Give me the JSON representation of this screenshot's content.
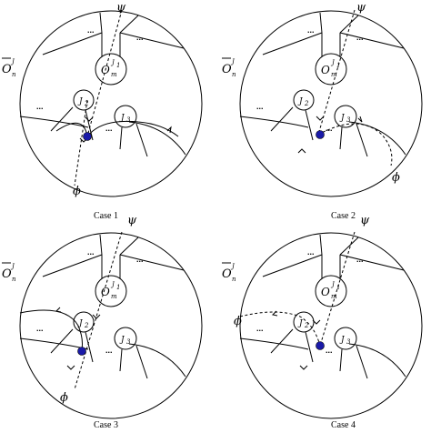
{
  "labels": {
    "outer_set": "O",
    "outer_sub": "n",
    "outer_sup": "J",
    "inner_set": "O",
    "inner_sub": "m",
    "inner_sup": "J",
    "inner_sup_index": "1",
    "node_j2": "J",
    "node_j2_index": "2",
    "node_j3": "J",
    "node_j3_index": "3",
    "psi": "ψ",
    "phi": "ϕ",
    "ellipsis": "..."
  },
  "captions": [
    "Case 1",
    "Case 2",
    "Case 3",
    "Case 4"
  ],
  "colors": {
    "vertex": "#1a1aa8",
    "stroke": "#000000"
  }
}
